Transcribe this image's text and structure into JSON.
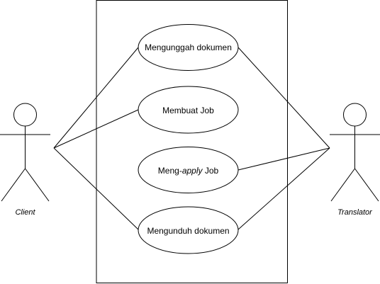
{
  "use_cases": {
    "upload": {
      "label": "Mengunggah dokumen"
    },
    "create_job": {
      "label": "Membuat Job"
    },
    "apply_job": {
      "prefix": "Meng-",
      "emphasis": "apply",
      "suffix": " Job"
    },
    "download": {
      "label": "Mengunduh dokumen"
    }
  },
  "actors": {
    "client": {
      "label": "Client"
    },
    "translator": {
      "label": "Translator"
    }
  },
  "associations": [
    {
      "actor": "client",
      "use_case": "upload"
    },
    {
      "actor": "client",
      "use_case": "create_job"
    },
    {
      "actor": "client",
      "use_case": "download"
    },
    {
      "actor": "translator",
      "use_case": "upload"
    },
    {
      "actor": "translator",
      "use_case": "apply_job"
    },
    {
      "actor": "translator",
      "use_case": "download"
    }
  ],
  "colors": {
    "stroke": "#000000",
    "fill": "#ffffff",
    "text": "#000000"
  }
}
